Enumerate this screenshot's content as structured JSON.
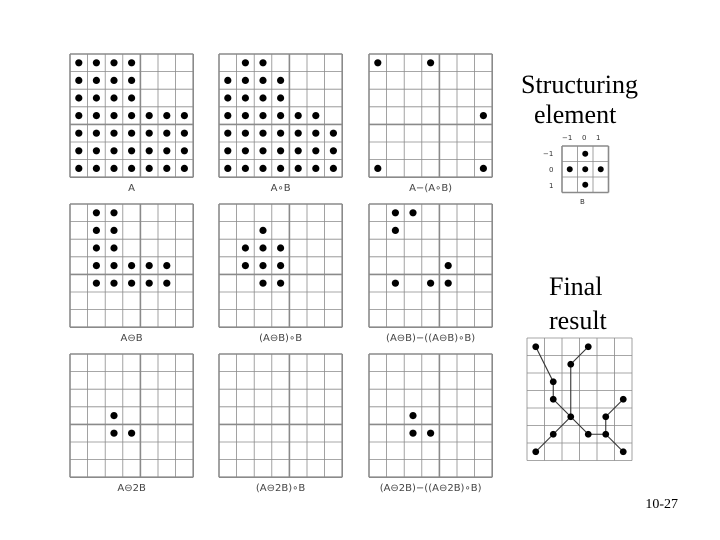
{
  "panels": [
    {
      "label": "A",
      "dots": [
        [
          0,
          0
        ],
        [
          1,
          0
        ],
        [
          2,
          0
        ],
        [
          3,
          0
        ],
        [
          0,
          1
        ],
        [
          1,
          1
        ],
        [
          2,
          1
        ],
        [
          3,
          1
        ],
        [
          0,
          2
        ],
        [
          1,
          2
        ],
        [
          2,
          2
        ],
        [
          3,
          2
        ],
        [
          0,
          3
        ],
        [
          1,
          3
        ],
        [
          2,
          3
        ],
        [
          3,
          3
        ],
        [
          4,
          3
        ],
        [
          5,
          3
        ],
        [
          6,
          3
        ],
        [
          0,
          4
        ],
        [
          1,
          4
        ],
        [
          2,
          4
        ],
        [
          3,
          4
        ],
        [
          4,
          4
        ],
        [
          5,
          4
        ],
        [
          6,
          4
        ],
        [
          0,
          5
        ],
        [
          1,
          5
        ],
        [
          2,
          5
        ],
        [
          3,
          5
        ],
        [
          4,
          5
        ],
        [
          5,
          5
        ],
        [
          6,
          5
        ],
        [
          0,
          6
        ],
        [
          1,
          6
        ],
        [
          2,
          6
        ],
        [
          3,
          6
        ],
        [
          4,
          6
        ],
        [
          5,
          6
        ],
        [
          6,
          6
        ]
      ]
    },
    {
      "label": "A∘B",
      "dots": [
        [
          1,
          0
        ],
        [
          2,
          0
        ],
        [
          0,
          1
        ],
        [
          1,
          1
        ],
        [
          2,
          1
        ],
        [
          3,
          1
        ],
        [
          0,
          2
        ],
        [
          1,
          2
        ],
        [
          2,
          2
        ],
        [
          3,
          2
        ],
        [
          0,
          3
        ],
        [
          1,
          3
        ],
        [
          2,
          3
        ],
        [
          3,
          3
        ],
        [
          4,
          3
        ],
        [
          5,
          3
        ],
        [
          0,
          4
        ],
        [
          1,
          4
        ],
        [
          2,
          4
        ],
        [
          3,
          4
        ],
        [
          4,
          4
        ],
        [
          5,
          4
        ],
        [
          6,
          4
        ],
        [
          0,
          5
        ],
        [
          1,
          5
        ],
        [
          2,
          5
        ],
        [
          3,
          5
        ],
        [
          4,
          5
        ],
        [
          5,
          5
        ],
        [
          6,
          5
        ],
        [
          0,
          6
        ],
        [
          1,
          6
        ],
        [
          2,
          6
        ],
        [
          3,
          6
        ],
        [
          4,
          6
        ],
        [
          5,
          6
        ],
        [
          6,
          6
        ]
      ]
    },
    {
      "label": "A−(A∘B)",
      "dots": [
        [
          0,
          0
        ],
        [
          3,
          0
        ],
        [
          6,
          3
        ],
        [
          0,
          6
        ],
        [
          6,
          6
        ]
      ]
    },
    {
      "label": "A⊖B",
      "dots": [
        [
          1,
          0
        ],
        [
          2,
          0
        ],
        [
          1,
          1
        ],
        [
          2,
          1
        ],
        [
          1,
          2
        ],
        [
          2,
          2
        ],
        [
          1,
          3
        ],
        [
          2,
          3
        ],
        [
          3,
          3
        ],
        [
          4,
          3
        ],
        [
          5,
          3
        ],
        [
          1,
          4
        ],
        [
          2,
          4
        ],
        [
          3,
          4
        ],
        [
          4,
          4
        ],
        [
          5,
          4
        ]
      ]
    },
    {
      "label": "(A⊖B)∘B",
      "dots": [
        [
          2,
          1
        ],
        [
          1,
          2
        ],
        [
          2,
          2
        ],
        [
          3,
          2
        ],
        [
          1,
          3
        ],
        [
          2,
          3
        ],
        [
          3,
          3
        ],
        [
          2,
          4
        ],
        [
          3,
          4
        ]
      ]
    },
    {
      "label": "(A⊖B)−((A⊖B)∘B)",
      "dots": [
        [
          1,
          0
        ],
        [
          2,
          0
        ],
        [
          1,
          1
        ],
        [
          4,
          3
        ],
        [
          1,
          4
        ],
        [
          3,
          4
        ],
        [
          4,
          4
        ]
      ]
    },
    {
      "label": "A⊖2B",
      "dots": [
        [
          2,
          3
        ],
        [
          2,
          4
        ],
        [
          3,
          4
        ]
      ]
    },
    {
      "label": "(A⊖2B)∘B",
      "dots": []
    },
    {
      "label": "(A⊖2B)−((A⊖2B)∘B)",
      "dots": [
        [
          2,
          3
        ],
        [
          2,
          4
        ],
        [
          3,
          4
        ]
      ]
    }
  ],
  "structuring_element": {
    "heading_line1": "Structuring",
    "heading_line2": "element",
    "col_labels": [
      "−1",
      "0",
      "1"
    ],
    "row_labels": [
      "−1",
      "0",
      "1"
    ],
    "caption": "B",
    "dots": [
      [
        1,
        0
      ],
      [
        0,
        1
      ],
      [
        1,
        1
      ],
      [
        2,
        1
      ],
      [
        1,
        2
      ]
    ]
  },
  "final_result": {
    "heading_line1": "Final",
    "heading_line2": "result",
    "dots": [
      [
        0,
        0
      ],
      [
        3,
        0
      ],
      [
        2,
        1
      ],
      [
        1,
        2
      ],
      [
        1,
        3
      ],
      [
        5,
        3
      ],
      [
        2,
        4
      ],
      [
        4,
        4
      ],
      [
        1,
        5
      ],
      [
        3,
        5
      ],
      [
        4,
        5
      ],
      [
        0,
        6
      ],
      [
        5,
        6
      ]
    ]
  },
  "slide_number": "10-27",
  "colors": {
    "grid": "#8a8a8a",
    "dot": "#000000",
    "link": "#333333"
  }
}
